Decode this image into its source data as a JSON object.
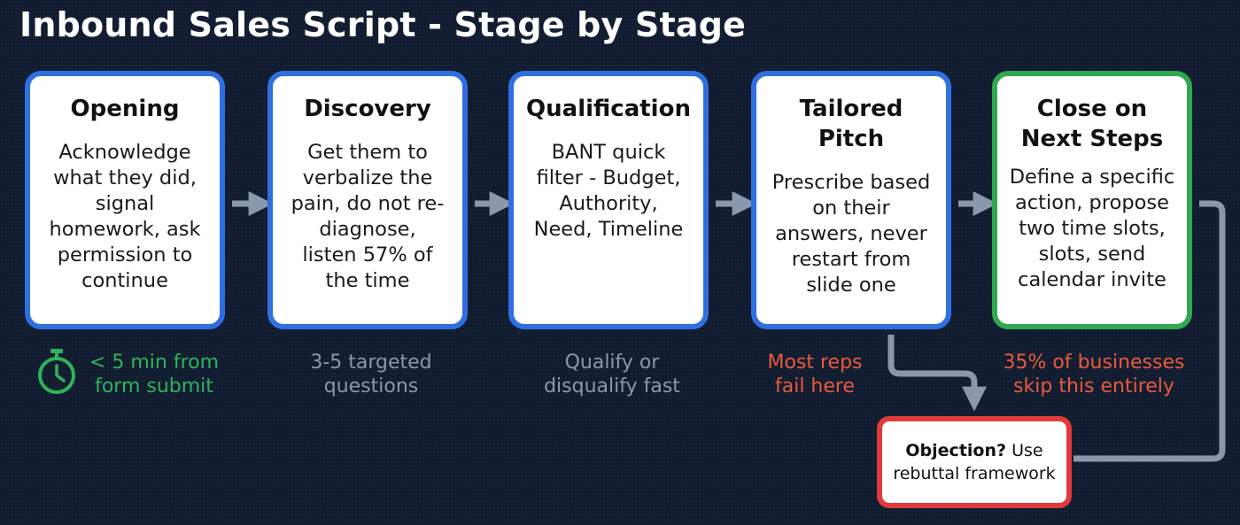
{
  "title": "Inbound Sales Script - Stage by Stage",
  "colors": {
    "background": "#121c30",
    "stage_border": "#2f6fe0",
    "final_border": "#2fa84f",
    "objection_border": "#e23a3a",
    "connector": "#8a98ad",
    "caption_gray": "#8d97aa",
    "caption_red": "#e85a3c",
    "caption_green": "#2fb35a"
  },
  "stages": [
    {
      "title_lines": [
        "Opening"
      ],
      "body_lines": [
        "Acknowledge",
        "what they did,",
        "signal",
        "homework, ask",
        "permission to",
        "continue"
      ],
      "caption_lines": [
        "< 5 min from",
        "form submit"
      ],
      "caption_icon": "stopwatch-icon"
    },
    {
      "title_lines": [
        "Discovery"
      ],
      "body_lines": [
        "Get them to",
        "verbalize the",
        "pain, do not re-",
        "diagnose,",
        "listen 57% of",
        "the time"
      ],
      "caption_lines": [
        "3-5 targeted",
        "questions"
      ]
    },
    {
      "title_lines": [
        "Qualification"
      ],
      "body_lines": [
        "BANT quick",
        "filter - Budget,",
        "Authority,",
        "Need, Timeline"
      ],
      "caption_lines": [
        "Qualify or",
        "disqualify fast"
      ]
    },
    {
      "title_lines": [
        "Tailored Pitch"
      ],
      "body_lines": [
        "Prescribe based",
        "on their",
        "answers, never",
        "restart from",
        "slide one"
      ],
      "caption_lines": [
        "Most reps",
        "fail here"
      ]
    },
    {
      "title_lines": [
        "Close on",
        "Next Steps"
      ],
      "body_lines": [
        "Define a specific",
        "action, propose",
        "two time slots,",
        "slots, send",
        "calendar invite"
      ],
      "caption_lines": [
        "35% of businesses",
        "skip this entirely"
      ]
    }
  ],
  "objection": {
    "bold": "Objection?",
    "rest": " Use",
    "line2": "rebuttal framework"
  }
}
